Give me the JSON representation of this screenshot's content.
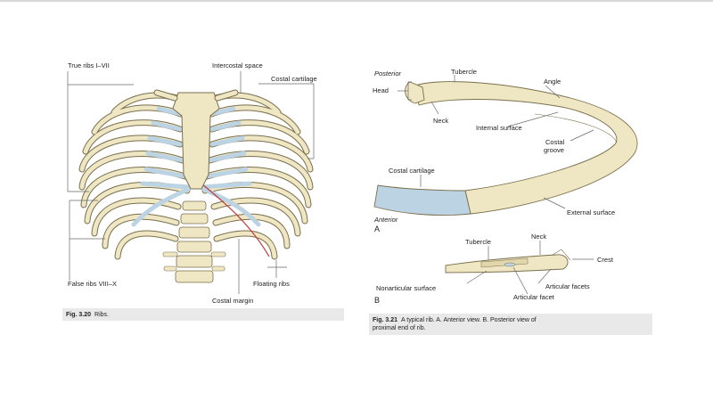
{
  "colors": {
    "bone": "#efe6c4",
    "bone_stroke": "#7a6f4c",
    "cartilage": "#bcd3e4",
    "leader": "#6a6a6a",
    "red_margin": "#c23b3b"
  },
  "figure1": {
    "labels": {
      "true_ribs": "True ribs I–VII",
      "intercostal_space": "Intercostal space",
      "costal_cartilage": "Costal cartilage",
      "false_ribs": "False ribs VIII–X",
      "floating_ribs": "Floating ribs",
      "costal_margin": "Costal margin"
    },
    "caption_num": "Fig. 3.20",
    "caption_text": "Ribs."
  },
  "figure2": {
    "labels": {
      "posterior": "Posterior",
      "tubercle": "Tubercle",
      "head": "Head",
      "angle": "Angle",
      "neck": "Neck",
      "internal_surface": "Internal surface",
      "costal_groove_1": "Costal",
      "costal_groove_2": "groove",
      "costal_cartilage": "Costal cartilage",
      "external_surface": "External surface",
      "anterior": "Anterior",
      "view_a": "A",
      "tubercle_b": "Tubercle",
      "neck_b": "Neck",
      "crest": "Crest",
      "articular_facets": "Articular facets",
      "nonarticular_surface": "Nonarticular surface",
      "articular_facet": "Articular facet",
      "view_b": "B"
    },
    "caption_num": "Fig. 3.21",
    "caption_text_1": "A typical rib. A. Anterior view. B. Posterior view of",
    "caption_text_2": "proximal end of rib."
  }
}
